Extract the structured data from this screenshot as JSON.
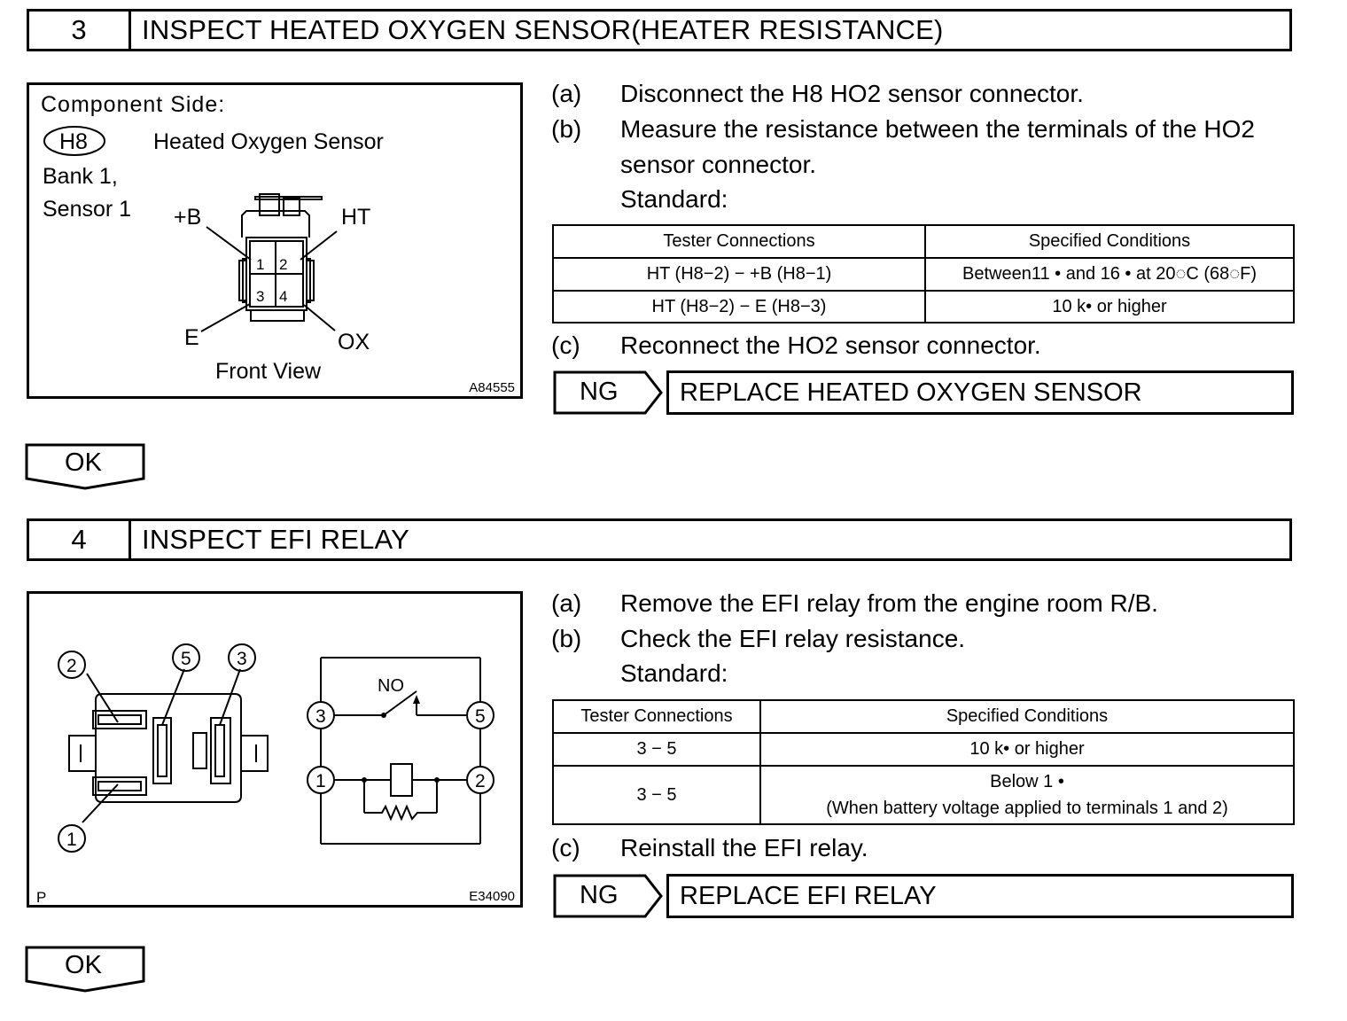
{
  "step3": {
    "number": "3",
    "title": "INSPECT HEATED OXYGEN SENSOR(HEATER RESISTANCE)",
    "figure": {
      "component_side": "Component Side:",
      "connector_code": "H8",
      "sensor_name": "Heated Oxygen Sensor",
      "bank": "Bank 1,",
      "sensor": "Sensor 1",
      "pin_labels": {
        "b": "+B",
        "ht": "HT",
        "e": "E",
        "ox": "OX"
      },
      "pins": [
        "1",
        "2",
        "3",
        "4"
      ],
      "view": "Front View",
      "figure_id": "A84555"
    },
    "steps": [
      {
        "label": "(a)",
        "text": "Disconnect the H8 HO2 sensor connector."
      },
      {
        "label": "(b)",
        "text": "Measure the resistance between the terminals of the HO2"
      },
      {
        "label": "",
        "text": "sensor connector."
      },
      {
        "label": "",
        "text": "Standard:"
      }
    ],
    "table": {
      "headers": [
        "Tester Connections",
        "Specified Conditions"
      ],
      "rows": [
        [
          "HT (H8−2) − +B (H8−1)",
          "Between11 •  and 16 •  at 20◌C (68◌F)"
        ],
        [
          "HT (H8−2) − E (H8−3)",
          "10 k•  or higher"
        ]
      ]
    },
    "step_c": {
      "label": "(c)",
      "text": "Reconnect the HO2 sensor connector."
    },
    "ng": {
      "label": "NG",
      "action": "REPLACE HEATED OXYGEN SENSOR"
    },
    "ok": "OK"
  },
  "step4": {
    "number": "4",
    "title": "INSPECT EFI RELAY",
    "figure": {
      "terminals": [
        "2",
        "5",
        "3",
        "1"
      ],
      "circuit_terminals": [
        "3",
        "5",
        "1",
        "2"
      ],
      "no_label": "NO",
      "corner": "P",
      "figure_id": "E34090"
    },
    "steps": [
      {
        "label": "(a)",
        "text": "Remove the EFI relay from the engine room R/B."
      },
      {
        "label": "(b)",
        "text": "Check the EFI relay resistance."
      },
      {
        "label": "",
        "text": "Standard:"
      }
    ],
    "table": {
      "headers": [
        "Tester Connections",
        "Specified Conditions"
      ],
      "rows": [
        [
          "3 − 5",
          "10 k•  or higher"
        ],
        [
          "3 − 5",
          "Below 1 •",
          "(When battery voltage applied to terminals 1 and 2)"
        ]
      ]
    },
    "step_c": {
      "label": "(c)",
      "text": "Reinstall the EFI relay."
    },
    "ng": {
      "label": "NG",
      "action": "REPLACE EFI RELAY"
    },
    "ok": "OK"
  }
}
